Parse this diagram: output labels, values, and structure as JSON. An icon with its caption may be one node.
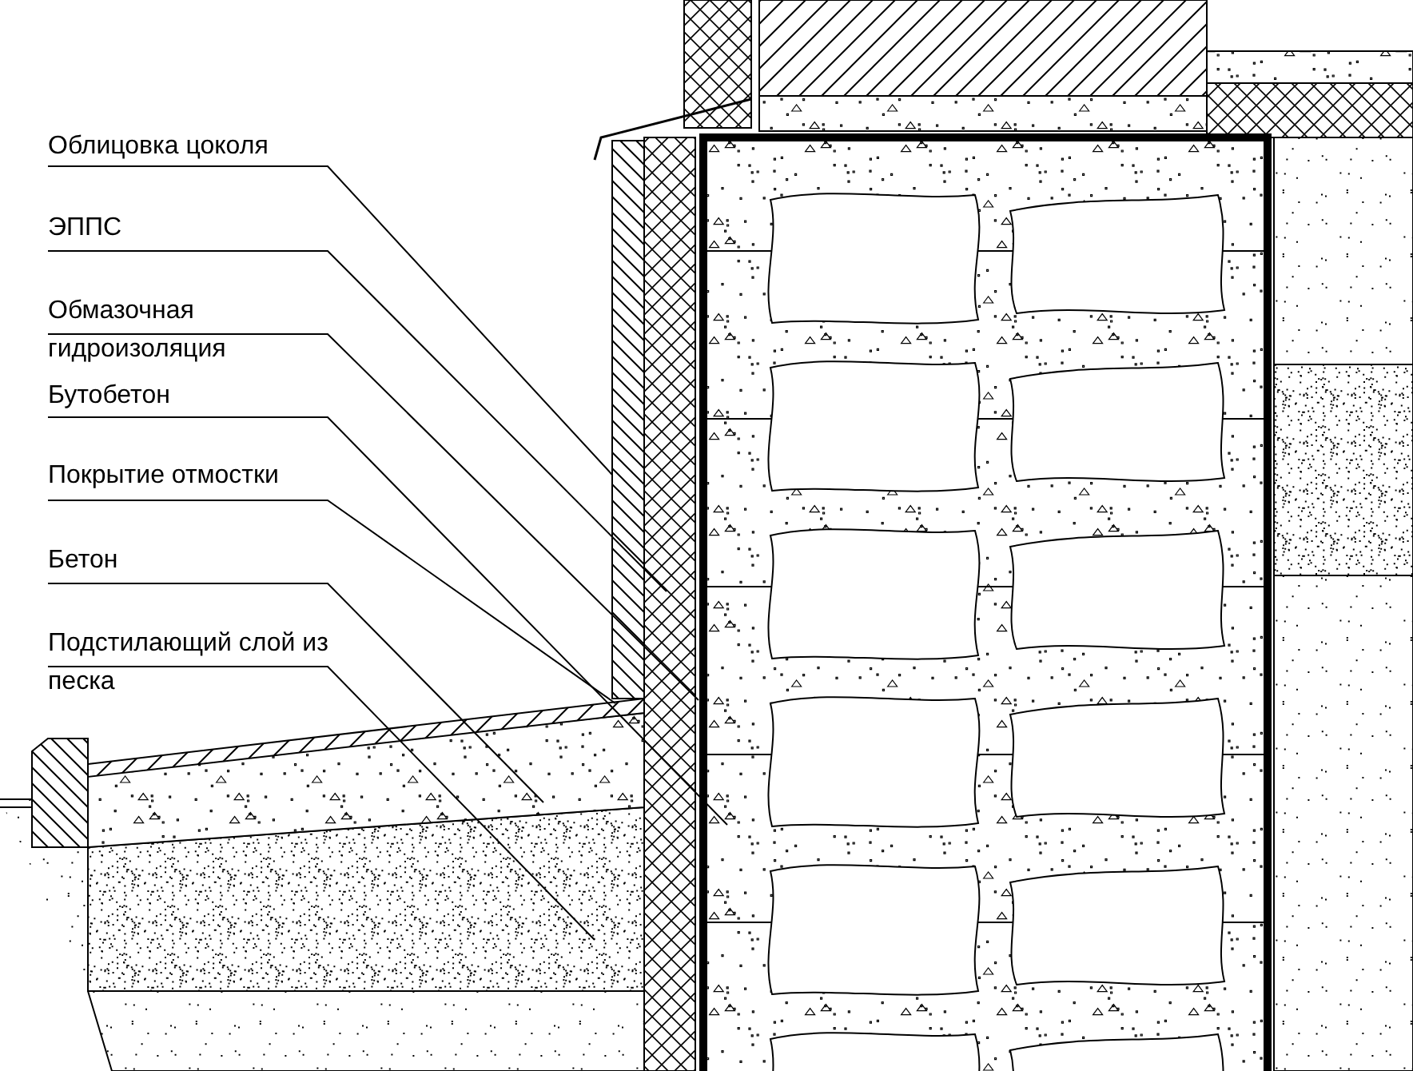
{
  "diagram": {
    "nodes": [
      {
        "text": [
          "Облицовка цоколя"
        ]
      },
      {
        "text": [
          "ЭППС"
        ]
      },
      {
        "text": [
          "Обмазочная гидроизоляция"
        ]
      },
      {
        "text": [
          "Бутобетон"
        ]
      },
      {
        "text": [
          "Покрытие отмостки"
        ]
      },
      {
        "text": [
          "Бетон"
        ]
      },
      {
        "text": [
          "Подстилающий слой из песка"
        ]
      }
    ],
    "edges": [
      {
        "from": 0,
        "to": null,
        "arrow": "none"
      },
      {
        "from": 1,
        "to": null,
        "arrow": "none"
      },
      {
        "from": 2,
        "to": null,
        "arrow": "none"
      },
      {
        "from": 3,
        "to": null,
        "arrow": "none"
      },
      {
        "from": 4,
        "to": null,
        "arrow": "none"
      },
      {
        "from": 5,
        "to": null,
        "arrow": "none"
      },
      {
        "from": 6,
        "to": null,
        "arrow": "none"
      }
    ]
  }
}
